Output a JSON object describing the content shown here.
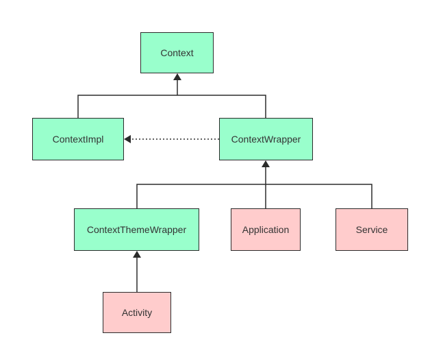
{
  "colors": {
    "framework_class": "#99ffcc",
    "app_component": "#ffcccc",
    "line": "#2b2b2b"
  },
  "nodes": {
    "context": "Context",
    "context_impl": "ContextImpl",
    "context_wrapper": "ContextWrapper",
    "context_theme_wrapper": "ContextThemeWrapper",
    "application": "Application",
    "service": "Service",
    "activity": "Activity"
  },
  "edges": [
    {
      "from": "context_impl",
      "to": "context",
      "type": "inheritance"
    },
    {
      "from": "context_wrapper",
      "to": "context",
      "type": "inheritance"
    },
    {
      "from": "context_wrapper",
      "to": "context_impl",
      "type": "dependency (dashed)"
    },
    {
      "from": "context_theme_wrapper",
      "to": "context_wrapper",
      "type": "inheritance"
    },
    {
      "from": "application",
      "to": "context_wrapper",
      "type": "inheritance"
    },
    {
      "from": "service",
      "to": "context_wrapper",
      "type": "inheritance"
    },
    {
      "from": "activity",
      "to": "context_theme_wrapper",
      "type": "inheritance"
    }
  ]
}
